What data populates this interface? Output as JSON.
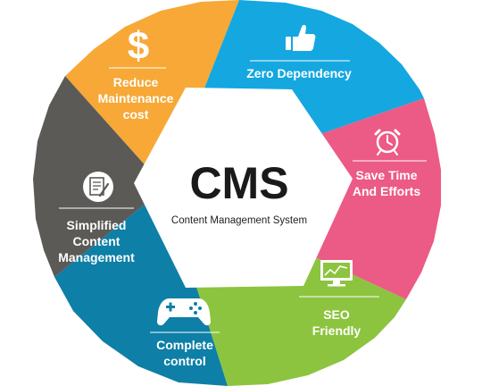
{
  "center": {
    "title": "CMS",
    "subtitle": "Content Management System"
  },
  "segments": [
    {
      "id": "reduce",
      "lines": [
        "Reduce",
        "Maintenance",
        "cost"
      ],
      "icon": "dollar-icon",
      "color": "#F7A836"
    },
    {
      "id": "zero",
      "lines": [
        "Zero Dependency"
      ],
      "icon": "thumbs-up-icon",
      "color": "#14A7E0"
    },
    {
      "id": "save",
      "lines": [
        "Save Time",
        "And Efforts"
      ],
      "icon": "alarm-clock-icon",
      "color": "#EC5A86"
    },
    {
      "id": "seo",
      "lines": [
        "SEO",
        "Friendly"
      ],
      "icon": "monitor-chart-icon",
      "color": "#8CC43F"
    },
    {
      "id": "control",
      "lines": [
        "Complete",
        "control"
      ],
      "icon": "gamepad-icon",
      "color": "#0E7FA6"
    },
    {
      "id": "simplified",
      "lines": [
        "Simplified",
        "Content",
        "Management"
      ],
      "icon": "document-pen-icon",
      "color": "#5B5A57"
    }
  ]
}
